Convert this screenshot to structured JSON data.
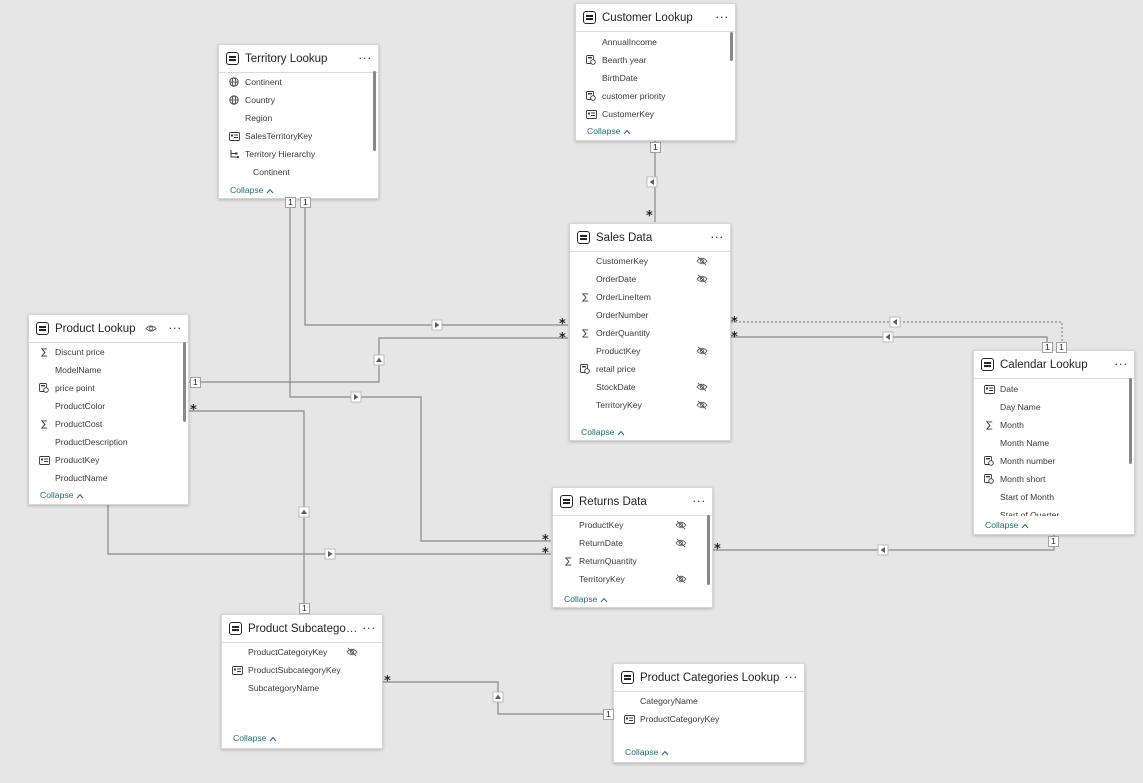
{
  "colors": {
    "canvas": "#e6e6e6",
    "line": "#8a8886",
    "link": "#1f6f7a"
  },
  "tables": {
    "customer": {
      "title": "Customer Lookup",
      "fields": [
        {
          "name": "AnnualIncome",
          "icon": "none"
        },
        {
          "name": "Bearth year",
          "icon": "calc"
        },
        {
          "name": "BirthDate",
          "icon": "none"
        },
        {
          "name": "customer priority",
          "icon": "calc"
        },
        {
          "name": "CustomerKey",
          "icon": "key"
        }
      ],
      "collapse": "Collapse"
    },
    "territory": {
      "title": "Territory Lookup",
      "fields": [
        {
          "name": "Continent",
          "icon": "globe"
        },
        {
          "name": "Country",
          "icon": "globe"
        },
        {
          "name": "Region",
          "icon": "none"
        },
        {
          "name": "SalesTerritoryKey",
          "icon": "key"
        },
        {
          "name": "Territory Hierarchy",
          "icon": "hierarchy"
        },
        {
          "name": "Continent",
          "icon": "none",
          "indent": true
        }
      ],
      "collapse": "Collapse"
    },
    "sales": {
      "title": "Sales Data",
      "fields": [
        {
          "name": "CustomerKey",
          "icon": "none",
          "hidden": true
        },
        {
          "name": "OrderDate",
          "icon": "none",
          "hidden": true
        },
        {
          "name": "OrderLineItem",
          "icon": "sigma"
        },
        {
          "name": "OrderNumber",
          "icon": "none"
        },
        {
          "name": "OrderQuantity",
          "icon": "sigma"
        },
        {
          "name": "ProductKey",
          "icon": "none",
          "hidden": true
        },
        {
          "name": "retail price",
          "icon": "calc"
        },
        {
          "name": "StockDate",
          "icon": "none",
          "hidden": true
        },
        {
          "name": "TerritoryKey",
          "icon": "none",
          "hidden": true
        }
      ],
      "collapse": "Collapse"
    },
    "product": {
      "title": "Product Lookup",
      "fields": [
        {
          "name": "Discunt price",
          "icon": "sigma"
        },
        {
          "name": "ModelName",
          "icon": "none"
        },
        {
          "name": "price point",
          "icon": "calc"
        },
        {
          "name": "ProductColor",
          "icon": "none"
        },
        {
          "name": "ProductCost",
          "icon": "sigma"
        },
        {
          "name": "ProductDescription",
          "icon": "none"
        },
        {
          "name": "ProductKey",
          "icon": "key"
        },
        {
          "name": "ProductName",
          "icon": "none"
        }
      ],
      "collapse": "Collapse"
    },
    "calendar": {
      "title": "Calendar Lookup",
      "fields": [
        {
          "name": "Date",
          "icon": "key"
        },
        {
          "name": "Day Name",
          "icon": "none"
        },
        {
          "name": "Month",
          "icon": "sigma"
        },
        {
          "name": "Month Name",
          "icon": "none"
        },
        {
          "name": "Month number",
          "icon": "calc"
        },
        {
          "name": "Month short",
          "icon": "calc"
        },
        {
          "name": "Start of Month",
          "icon": "none"
        },
        {
          "name": "Start of Quarter",
          "icon": "none"
        }
      ],
      "collapse": "Collapse"
    },
    "returns": {
      "title": "Returns Data",
      "fields": [
        {
          "name": "ProductKey",
          "icon": "none",
          "hidden": true
        },
        {
          "name": "ReturnDate",
          "icon": "none",
          "hidden": true
        },
        {
          "name": "ReturnQuantity",
          "icon": "sigma"
        },
        {
          "name": "TerritoryKey",
          "icon": "none",
          "hidden": true
        }
      ],
      "collapse": "Collapse"
    },
    "subcat": {
      "title": "Product Subcategories Lookup",
      "fields": [
        {
          "name": "ProductCategoryKey",
          "icon": "none",
          "hidden": true
        },
        {
          "name": "ProductSubcategoryKey",
          "icon": "key"
        },
        {
          "name": "SubcategoryName",
          "icon": "none"
        }
      ],
      "collapse": "Collapse"
    },
    "category": {
      "title": "Product Categories Lookup",
      "fields": [
        {
          "name": "CategoryName",
          "icon": "none"
        },
        {
          "name": "ProductCategoryKey",
          "icon": "key"
        }
      ],
      "collapse": "Collapse"
    }
  },
  "relationships": [
    {
      "from": "Customer Lookup",
      "to": "Sales Data",
      "one": "1",
      "many": "*"
    },
    {
      "from": "Territory Lookup",
      "to": "Sales Data",
      "one": "1",
      "many": "*"
    },
    {
      "from": "Territory Lookup",
      "to": "Returns Data",
      "one": "1",
      "many": "*"
    },
    {
      "from": "Product Lookup",
      "to": "Sales Data",
      "one": "1",
      "many": "*"
    },
    {
      "from": "Product Lookup",
      "to": "Returns Data",
      "one": "1",
      "many": "*"
    },
    {
      "from": "Product Subcategories Lookup",
      "to": "Product Lookup",
      "one": "1",
      "many": "*"
    },
    {
      "from": "Product Categories Lookup",
      "to": "Product Subcategories Lookup",
      "one": "1",
      "many": "*"
    },
    {
      "from": "Calendar Lookup",
      "to": "Sales Data",
      "one": "1",
      "many": "*"
    },
    {
      "from": "Calendar Lookup",
      "to": "Returns Data",
      "one": "1",
      "many": "*"
    }
  ]
}
